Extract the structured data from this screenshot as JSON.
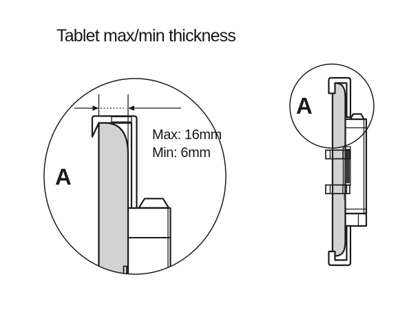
{
  "title": "Tablet max/min thickness",
  "detail_view": {
    "label": "A",
    "max_label": "Max: 16mm",
    "min_label": "Min: 6mm"
  },
  "side_view": {
    "label": "A"
  },
  "colors": {
    "background": "#ffffff",
    "line": "#1a1a1a",
    "tablet_fill": "#d3d3d3",
    "slot_fill": "#3a3a3a"
  }
}
